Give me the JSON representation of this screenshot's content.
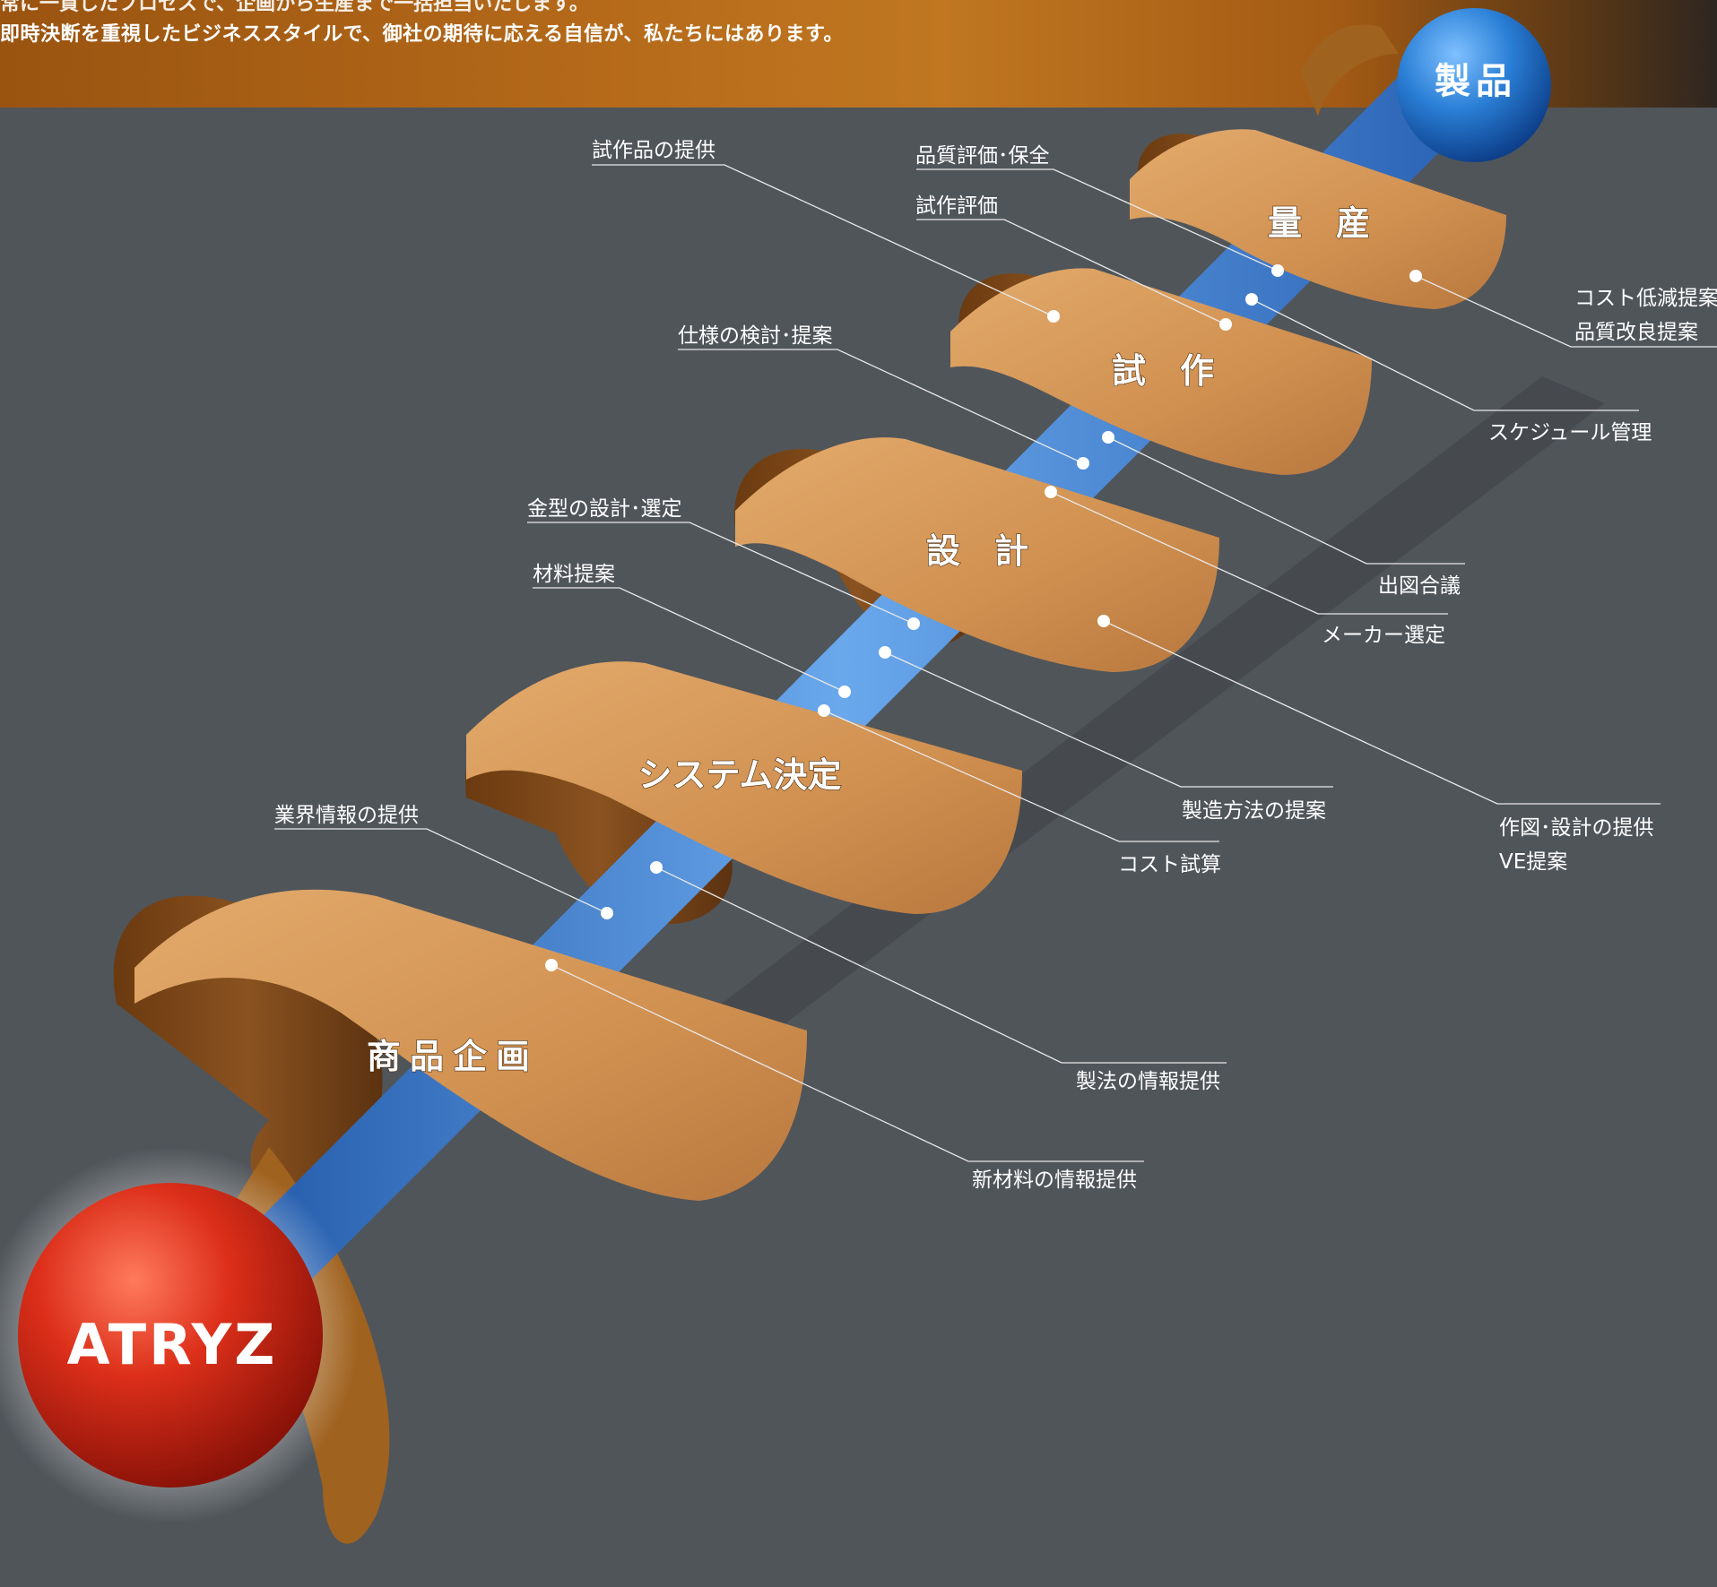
{
  "header": {
    "top_text": "常に一貫したプロセスで、企画から生産まで一括担当いたします。",
    "text": "即時決断を重視したビジネススタイルで、御社の期待に応える自信が、私たちにはあります。"
  },
  "spheres": {
    "start": "ATRYZ",
    "end": "製品"
  },
  "stages": [
    {
      "id": "product-planning",
      "label": "商品企画"
    },
    {
      "id": "system-decision",
      "label": "システム決定"
    },
    {
      "id": "design",
      "label": "設　計"
    },
    {
      "id": "prototype",
      "label": "試　作"
    },
    {
      "id": "mass-production",
      "label": "量　産"
    }
  ],
  "callouts": {
    "prototype_supply": "試作品の提供",
    "quality_eval": "品質評価･保全",
    "prototype_eval": "試作評価",
    "cost_reduction": "コスト低減提案",
    "quality_improvement": "品質改良提案",
    "schedule": "スケジュール管理",
    "spec_review": "仕様の検討･提案",
    "drawing_meeting": "出図合議",
    "maker_selection": "メーカー選定",
    "mold_design": "金型の設計･選定",
    "material_proposal": "材料提案",
    "manufacturing_method": "製造方法の提案",
    "cost_estimate": "コスト試算",
    "drafting_design": "作図･設計の提供",
    "ve_proposal": "VE提案",
    "industry_info": "業界情報の提供",
    "process_info": "製法の情報提供",
    "new_material_info": "新材料の情報提供"
  },
  "colors": {
    "background": "#50555a",
    "ribbon": "#d69a5c",
    "ribbon_shadow": "#7a4516",
    "rod": "#3b7fd0",
    "start_sphere": "#d8321e",
    "end_sphere": "#1f73c9",
    "header": "#b56a1a"
  }
}
